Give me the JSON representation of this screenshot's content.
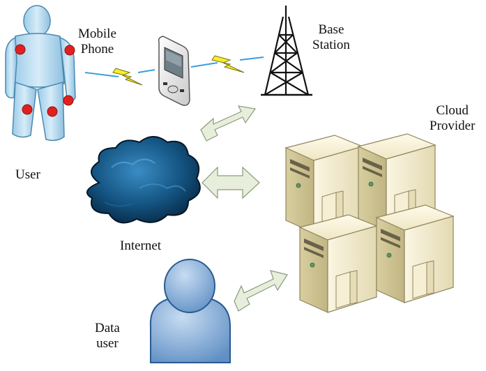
{
  "labels": {
    "mobile_phone": [
      "Mobile",
      "Phone"
    ],
    "base_station": [
      "Base",
      "Station"
    ],
    "cloud_provider": [
      "Cloud",
      "Provider"
    ],
    "user": "User",
    "internet": "Internet",
    "data_user": [
      "Data",
      "user"
    ]
  },
  "colors": {
    "person_body": "#b9dcf0",
    "person_outline": "#4a8ab0",
    "sensor": "#e02020",
    "lightning": "#f5ee2a",
    "wave_line": "#3aa0d8",
    "arrow_fill": "#e8eedc",
    "arrow_stroke": "#8a9a7a",
    "cloud_dark": "#0a2a45",
    "cloud_light": "#2f7fb5",
    "server_body": "#efe7c8",
    "server_stroke": "#8f8660",
    "data_user": "#7faad8",
    "tower": "#111111"
  },
  "icons": {
    "user": "person-with-sensors-icon",
    "phone": "mobile-phone-icon",
    "tower": "base-station-tower-icon",
    "cloud": "internet-cloud-icon",
    "servers": "server-cluster-icon",
    "data_user": "person-silhouette-icon"
  }
}
